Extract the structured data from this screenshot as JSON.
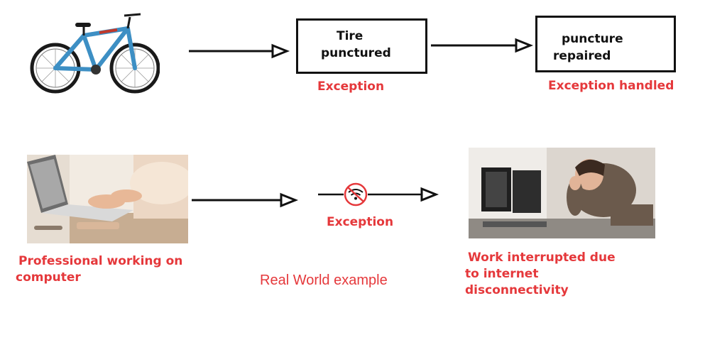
{
  "row1": {
    "box1": {
      "line1": "Tire",
      "line2": "punctured"
    },
    "box1_label": "Exception",
    "box2": {
      "line1": "puncture",
      "line2": "repaired"
    },
    "box2_label": "Exception handled"
  },
  "row2": {
    "left_label": {
      "line1": "Professional working on",
      "line2": "computer"
    },
    "exception_label": "Exception",
    "right_label": {
      "line1": "Work interrupted due",
      "line2": "to internet",
      "line3": "disconnectivity"
    }
  },
  "caption": "Real World example",
  "icons": {
    "bicycle": "bicycle-image",
    "laptop": "laptop-work-photo",
    "no_wifi": "no-wifi-icon",
    "frustrated": "frustrated-worker-photo"
  },
  "colors": {
    "accent_red": "#e5383b",
    "bike_blue": "#3d8fc4",
    "stroke": "#111111"
  }
}
